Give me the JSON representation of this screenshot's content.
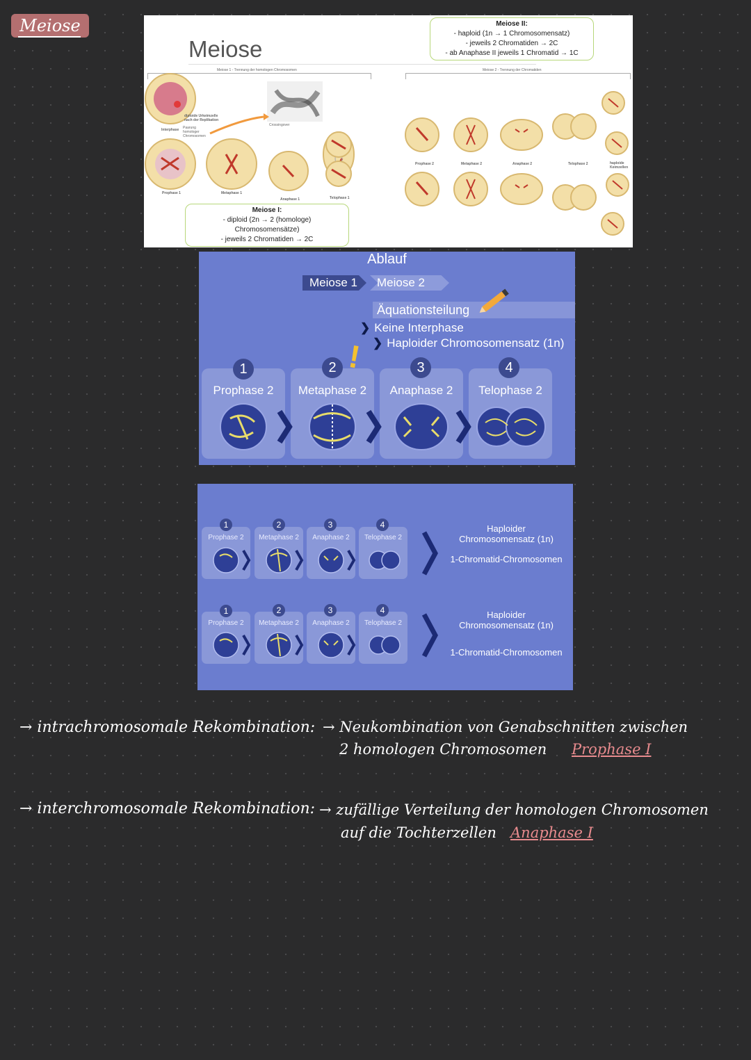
{
  "note_title": "Meiose",
  "slide1": {
    "title": "Meiose",
    "meiose1_header": "Meiose 1 - Trennung der homologen Chromosomen",
    "meiose2_header": "Meiose 2 - Trennung der Chromatiden",
    "labels": {
      "diploide": "diploide Urkeimzelle nach der Replikation",
      "interphase": "Interphase",
      "paarung": "Paarung homologer Chromosomen",
      "crossing": "Crossingover",
      "prophase1": "Prophase 1",
      "metaphase1": "Metaphase 1",
      "anaphase1": "Anaphase 1",
      "telophase1": "Telophase 1",
      "prophase2": "Prophase 2",
      "metaphase2": "Metaphase 2",
      "anaphase2": "Anaphase 2",
      "telophase2": "Telophase 2",
      "haploide": "haploide Keimzellen"
    },
    "box_meiose1": {
      "heading": "Meiose I:",
      "lines": [
        "- diploid (2n → 2 (homologe)",
        "Chromosomensätze)",
        "- jeweils 2 Chromatiden → 2C"
      ]
    },
    "box_meiose2": {
      "heading": "Meiose II:",
      "lines": [
        "- haploid (1n → 1 Chromosomensatz)",
        "- jeweils 2 Chromatiden → 2C",
        "- ab Anaphase II jeweils 1 Chromatid → 1C"
      ]
    }
  },
  "slide2": {
    "title": "Ablauf",
    "tab1": "Meiose 1",
    "tab2": "Meiose 2",
    "subtitle": "Äquationsteilung",
    "bullets": [
      "Keine Interphase",
      "Haploider Chromosomensatz (1n)"
    ],
    "exclaim": "!",
    "phases": [
      {
        "num": "1",
        "label": "Prophase 2"
      },
      {
        "num": "2",
        "label": "Metaphase 2"
      },
      {
        "num": "3",
        "label": "Anaphase 2"
      },
      {
        "num": "4",
        "label": "Telophase 2"
      }
    ]
  },
  "slide3": {
    "rows": [
      {
        "phases": [
          {
            "num": "1",
            "label": "Prophase 2"
          },
          {
            "num": "2",
            "label": "Metaphase 2"
          },
          {
            "num": "3",
            "label": "Anaphase 2"
          },
          {
            "num": "4",
            "label": "Telophase 2"
          }
        ],
        "result_line1": "Haploider",
        "result_line2": "Chromosomensatz (1n)",
        "result_line3": "1-Chromatid-Chromosomen"
      },
      {
        "phases": [
          {
            "num": "1",
            "label": "Prophase 2"
          },
          {
            "num": "2",
            "label": "Metaphase 2"
          },
          {
            "num": "3",
            "label": "Anaphase 2"
          },
          {
            "num": "4",
            "label": "Telophase 2"
          }
        ],
        "result_line1": "Haploider",
        "result_line2": "Chromosomensatz (1n)",
        "result_line3": "1-Chromatid-Chromosomen"
      }
    ]
  },
  "notes": {
    "intra_label": "→ intrachromosomale Rekombination:",
    "intra_text1": "→ Neukombination von Genabschnitten zwischen",
    "intra_text2": "2 homologen Chromosomen",
    "intra_phase": "Prophase I",
    "inter_label": "→ interchromosomale Rekombination:",
    "inter_text1": "→ zufällige Verteilung der homologen Chromosomen",
    "inter_text2": "auf die Tochterzellen",
    "inter_phase": "Anaphase I"
  },
  "colors": {
    "background": "#2b2b2c",
    "title_tag": "#b46f70",
    "slide_blue": "#6b7dcf",
    "accent_pink": "#e88b8e",
    "box_green": "#b7d77a"
  }
}
